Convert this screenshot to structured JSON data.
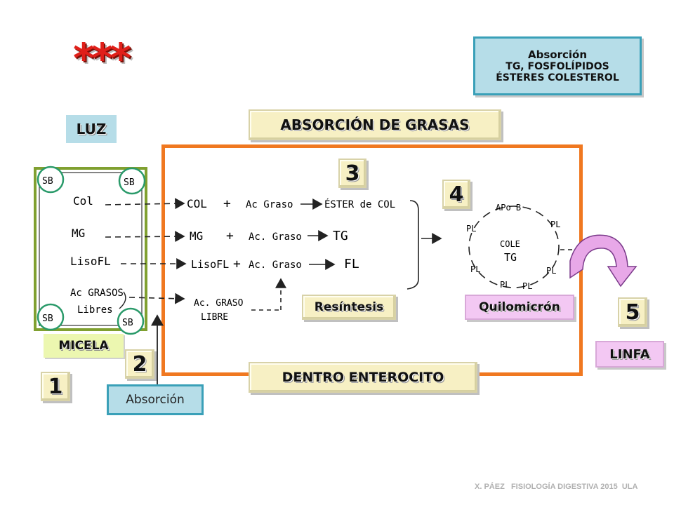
{
  "stars": "***",
  "header_box": {
    "line1": "Absorción",
    "line2": "TG, FOSFOLÍPIDOS",
    "line3": "ÉSTERES COLESTEROL"
  },
  "title": "ABSORCIÓN DE GRASAS",
  "luz": "LUZ",
  "micela_label": "MICELA",
  "dentro": "DENTRO ENTEROCITO",
  "resintesis": "Resíntesis",
  "quilomicron": "Quilomicrón",
  "linfa": "LINFA",
  "absorcion_label": "Absorción",
  "steps": {
    "s1": "1",
    "s2": "2",
    "s3": "3",
    "s4": "4",
    "s5": "5"
  },
  "micela_items": {
    "sb": "SB",
    "col": "Col",
    "mg": "MG",
    "lisofl": "LisoFL",
    "ac_line1": "Ac GRASOS",
    "ac_line2": "Libres"
  },
  "reactions": {
    "col": "COL",
    "mg": "MG",
    "lisofl": "LisoFL",
    "plus": "+",
    "ac_graso_1": "Ac Graso",
    "ac_graso_2": "Ac. Graso",
    "ac_graso_3": "Ac. Graso",
    "ester": "ÉSTER de COL",
    "tg": "TG",
    "fl": "FL",
    "libre_line1": "Ac. GRASO",
    "libre_line2": "LIBRE"
  },
  "quilo": {
    "apob": "APo B",
    "pl": "PL",
    "cole": "COLE",
    "tg": "TG"
  },
  "footer": "X. PÁEZ   FISIOLOGÍA DIGESTIVA 2015  ULA",
  "colors": {
    "orange": "#f07820",
    "green": "#80a030",
    "teal_border": "#3aa0b8",
    "luz_bg": "#b6dde8",
    "micela_bg": "#ecf7b0",
    "label_bg": "#f7f0c4",
    "star_red": "#e0201a",
    "arrow_pink": "#e8a8e8"
  }
}
